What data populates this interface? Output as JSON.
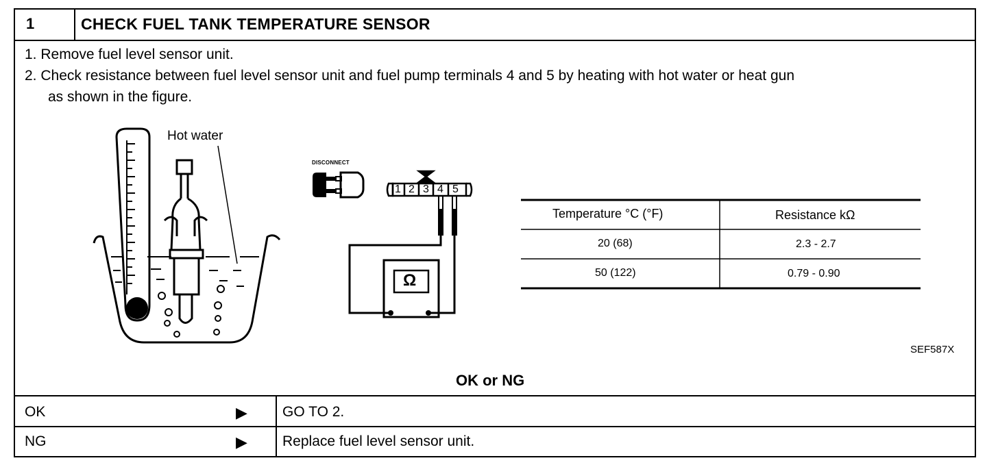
{
  "header": {
    "step_number": "1",
    "title": "CHECK FUEL TANK TEMPERATURE SENSOR"
  },
  "instructions": {
    "step1": "1.  Remove fuel level sensor unit.",
    "step2_line1": "2.  Check resistance between fuel level sensor unit and fuel pump terminals 4 and 5 by heating with hot water or heat gun",
    "step2_line2": "as shown in the figure."
  },
  "figure": {
    "label_hot_water": "Hot  water",
    "disconnect_label": "DISCONNECT",
    "ohm_symbol": "Ω",
    "terminals": [
      "1",
      "2",
      "3",
      "4",
      "5"
    ],
    "code": "SEF587X"
  },
  "table": {
    "headers": [
      "Temperature °C (°F)",
      "Resistance kΩ"
    ],
    "rows": [
      [
        "20 (68)",
        "2.3 - 2.7"
      ],
      [
        "50 (122)",
        "0.79 - 0.90"
      ]
    ]
  },
  "result": {
    "question": "OK or NG",
    "rows": [
      {
        "key": "OK",
        "arrow": "▶",
        "value": "GO TO 2."
      },
      {
        "key": "NG",
        "arrow": "▶",
        "value": "Replace fuel level sensor unit."
      }
    ]
  }
}
